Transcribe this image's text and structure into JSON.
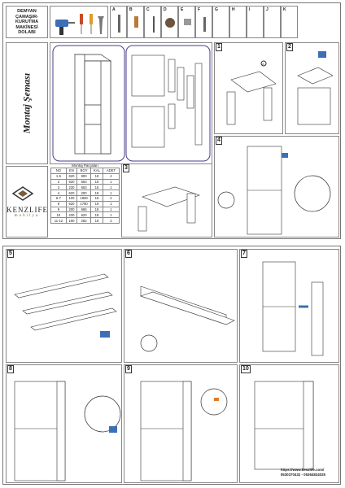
{
  "header": {
    "title_lines": [
      "DEMYAN",
      "ÇAMAŞIR-",
      "KURUTMA",
      "MAKİNESİ",
      "DOLABI"
    ],
    "part_letters": [
      "A",
      "B",
      "C",
      "D",
      "E",
      "F",
      "G",
      "H",
      "I",
      "J",
      "K"
    ]
  },
  "sidebar": {
    "section_title": "Montaj Şeması",
    "brand_name": "KENZLIFE",
    "brand_sub": "mobilya"
  },
  "parts_table": {
    "caption": "Montaj Parçaları",
    "headers": [
      "NO",
      "EN",
      "BOY",
      "KAL",
      "ADET"
    ],
    "rows": [
      [
        "1-5",
        "620",
        "900",
        "18",
        "4"
      ],
      [
        "2",
        "620",
        "663",
        "18",
        "1"
      ],
      [
        "3",
        "230",
        "663",
        "18",
        "1"
      ],
      [
        "4",
        "620",
        "200",
        "18",
        "1"
      ],
      [
        "6-7",
        "100",
        "1800",
        "18",
        "2"
      ],
      [
        "8",
        "620",
        "1780",
        "18",
        "1"
      ],
      [
        "9",
        "200",
        "665",
        "18",
        "1"
      ],
      [
        "10",
        "230",
        "620",
        "18",
        "1"
      ],
      [
        "11-12",
        "190",
        "282",
        "18",
        "2"
      ]
    ]
  },
  "steps": [
    "1",
    "2",
    "3",
    "4",
    "5",
    "6",
    "7",
    "8",
    "9",
    "10"
  ],
  "contact": {
    "website": "https://www.kenzlife.com/",
    "phones": "0530370432 - 05364834025"
  }
}
